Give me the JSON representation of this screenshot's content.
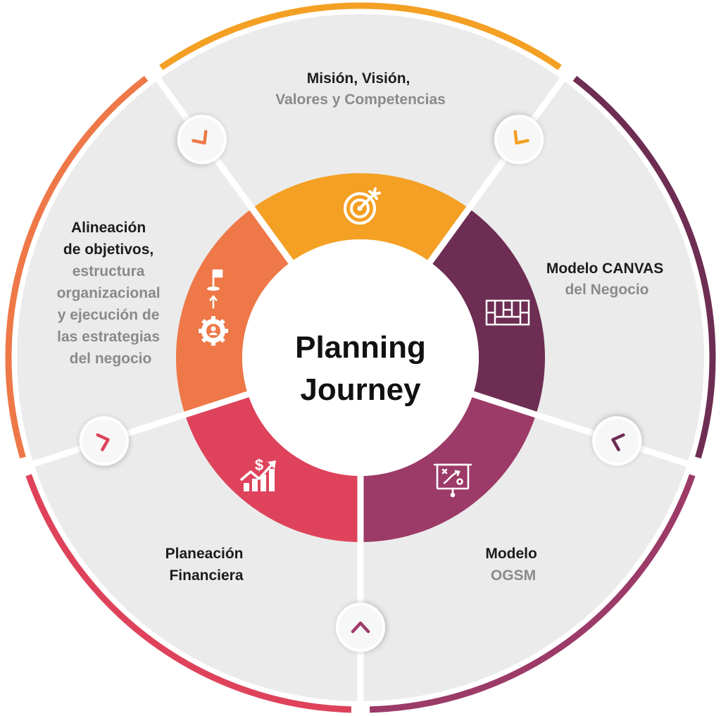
{
  "center": {
    "line1": "Planning",
    "line2": "Journey"
  },
  "colors": {
    "mision": "#F4A024",
    "canvas": "#6E2D53",
    "ogsm": "#9C3A68",
    "financiera": "#DE435B",
    "alineacion": "#EE7848",
    "panel": "#EBEBEB",
    "dark_text": "#1c1c1c",
    "grey_text": "#8a8a8a"
  },
  "segments": [
    {
      "id": "mision",
      "icon": "target-icon",
      "dark_lines": [
        "Misión, Visión,"
      ],
      "grey_lines": [
        "Valores y Competencias"
      ]
    },
    {
      "id": "canvas",
      "icon": "canvas-board-icon",
      "dark_lines": [
        "Modelo CANVAS"
      ],
      "grey_lines": [
        "del Negocio"
      ]
    },
    {
      "id": "ogsm",
      "icon": "strategy-board-icon",
      "dark_lines": [
        "Modelo"
      ],
      "grey_lines": [
        "OGSM"
      ]
    },
    {
      "id": "financiera",
      "icon": "financial-growth-icon",
      "dark_lines": [
        "Planeación",
        "Financiera"
      ],
      "grey_lines": []
    },
    {
      "id": "alineacion",
      "icon": "goal-alignment-icon",
      "dark_lines": [
        "Alineación",
        "de objetivos,"
      ],
      "grey_lines": [
        "estructura",
        "organizacional",
        "y ejecución de",
        "las estrategias",
        "del negocio"
      ]
    }
  ]
}
